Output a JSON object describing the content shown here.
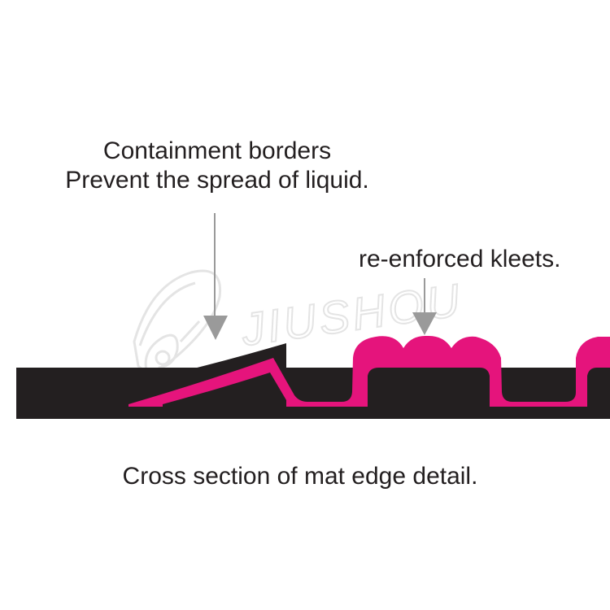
{
  "labels": {
    "containment_line1": "Containment borders",
    "containment_line2": "Prevent the spread of liquid.",
    "kleets": "re-enforced kleets.",
    "caption": "Cross section of mat edge detail."
  },
  "watermark": {
    "brand": "JIUSHOU"
  },
  "colors": {
    "background": "#ffffff",
    "mat_base": "#231f20",
    "mat_surface": "#e5147c",
    "arrow": "#9a9a9a",
    "text": "#231f20",
    "watermark": "#d8d8d8"
  }
}
